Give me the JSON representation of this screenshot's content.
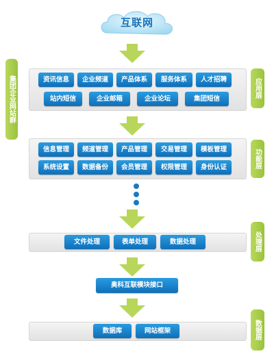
{
  "cloud": {
    "label": "互联网"
  },
  "left_group": {
    "label": "集团企业网站群"
  },
  "layers": {
    "application": {
      "label": "应用层",
      "row1": [
        "资讯信息",
        "企业频道",
        "产品体系",
        "服务体系",
        "人才招聘"
      ],
      "row2": [
        "站内短信",
        "企业邮箱",
        "企业论坛",
        "集团短信"
      ]
    },
    "function": {
      "label": "功能层",
      "row1": [
        "信息管理",
        "频道管理",
        "产品管理",
        "交易管理",
        "模板管理"
      ],
      "row2": [
        "系统设置",
        "数据备份",
        "会员管理",
        "权限管理",
        "身份认证"
      ]
    },
    "processing": {
      "label": "处理层",
      "items": [
        "文件处理",
        "表单处理",
        "数据处理"
      ]
    },
    "interface": {
      "label": "奥科互联模块接口"
    },
    "data": {
      "label": "数据层",
      "items": [
        "数据库",
        "网站框架"
      ]
    }
  },
  "colors": {
    "button": "#1a7ac4",
    "tag": "#a8cc48",
    "arrow": "#b8d65a",
    "cloud": "#bfe6f8",
    "panel": "#ebebeb"
  }
}
